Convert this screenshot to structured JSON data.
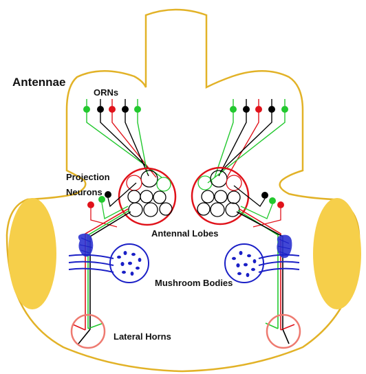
{
  "labels": {
    "antennae": "Antennae",
    "orns": "ORNs",
    "projection": "Projection",
    "neurons": "Neurons",
    "antennal_lobes": "Antennal Lobes",
    "mushroom_bodies": "Mushroom Bodies",
    "lateral_horns": "Lateral Horns"
  },
  "colors": {
    "outline": "#E2B227",
    "eye": "#F6CF4A",
    "red": "#E0121A",
    "green": "#22C82E",
    "black": "#000000",
    "blue": "#1A1FC6",
    "horn": "#EE7A70"
  },
  "orn_colors_left": [
    "green",
    "black",
    "red",
    "black",
    "green"
  ],
  "orn_colors_right": [
    "green",
    "black",
    "red",
    "black",
    "green"
  ],
  "pn_colors_left": [
    "red",
    "green",
    "black"
  ],
  "pn_colors_right": [
    "black",
    "green",
    "red"
  ]
}
